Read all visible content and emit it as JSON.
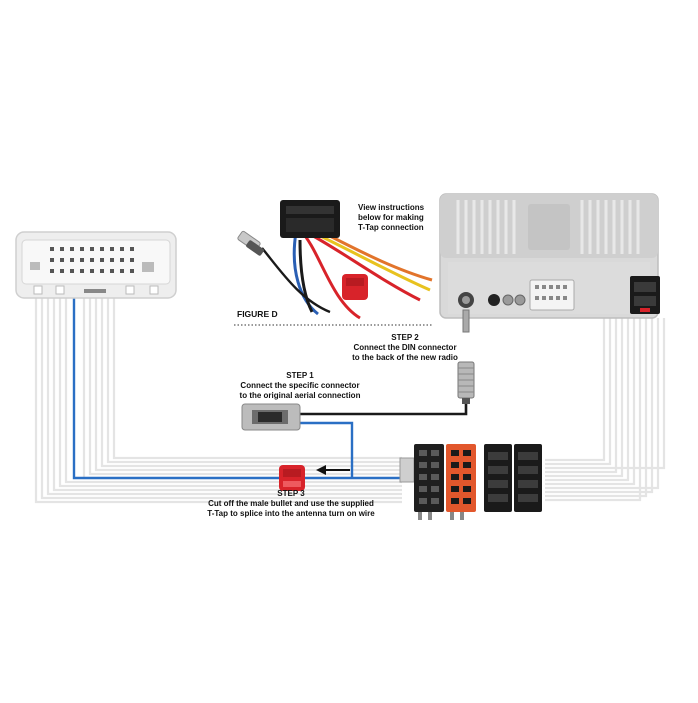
{
  "figure_label": "FIGURE D",
  "ttap_instruction": {
    "line1": "View instructions",
    "line2": "below for making",
    "line3": "T-Tap connection"
  },
  "step1": {
    "title": "STEP 1",
    "line1": "Connect the specific connector",
    "line2": "to the original aerial connection"
  },
  "step2": {
    "title": "STEP 2",
    "line1": "Connect the DIN connector",
    "line2": "to the back of the new radio"
  },
  "step3": {
    "title": "STEP 3",
    "line1": "Cut off the male bullet and use the supplied",
    "line2": "T-Tap to splice into the antenna turn on wire"
  },
  "colors": {
    "blue_wire": "#2a6fc4",
    "red_ttap": "#d8232a",
    "orange_iso": "#e2572c",
    "black": "#1a1a1a",
    "grey_wire": "#e2e2e2",
    "radio_body": "#d9d9d9"
  },
  "icons": [
    "vehicle-connector",
    "iso-harness-connector",
    "din-antenna-plug",
    "ttap-connector",
    "aerial-adapter-connector",
    "radio-rear-panel",
    "arrow-left-icon"
  ]
}
